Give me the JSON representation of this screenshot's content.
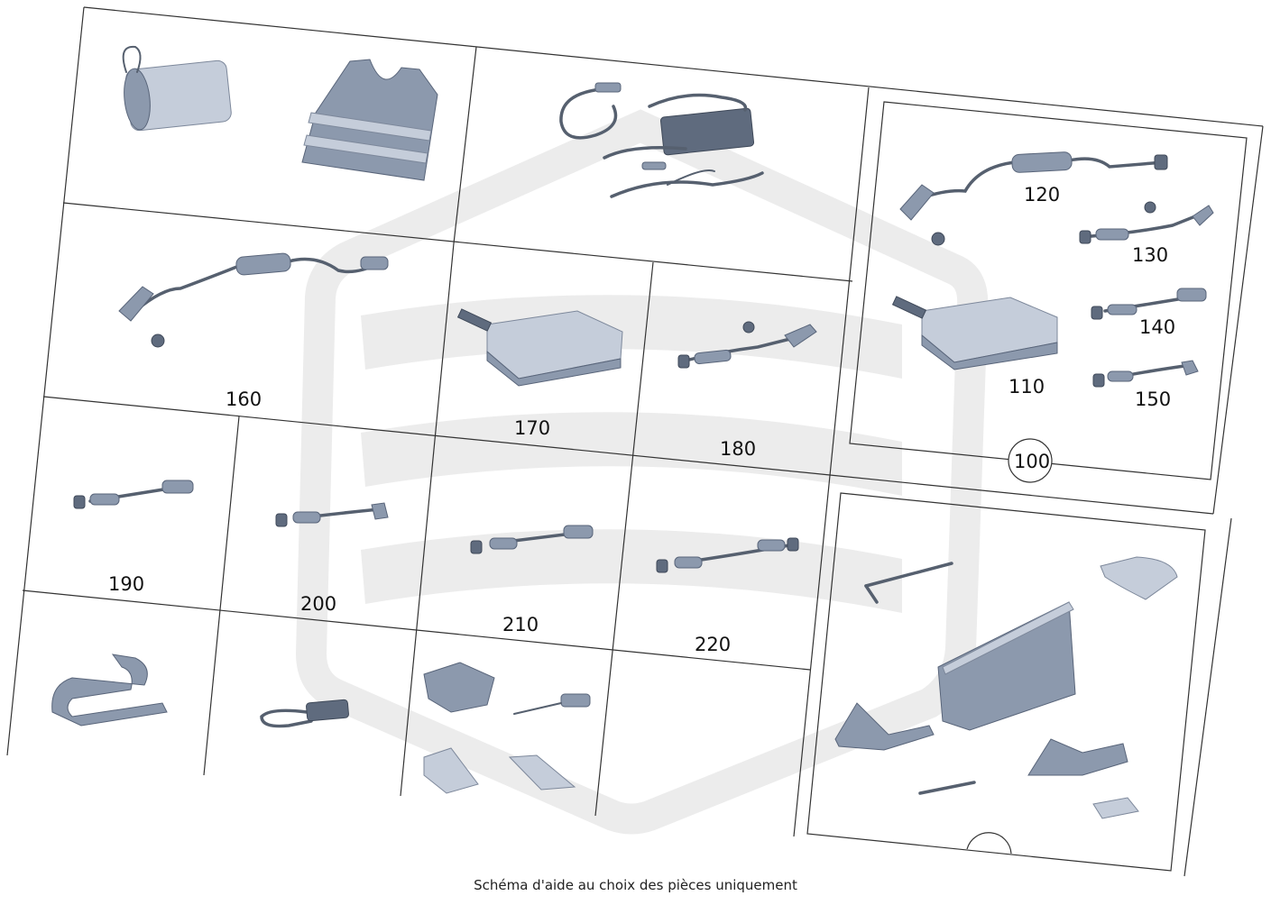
{
  "caption": "Schéma d'aide au choix des pièces uniquement",
  "diagram": {
    "labels": {
      "p100": "100",
      "p110": "110",
      "p120": "120",
      "p130": "130",
      "p140": "140",
      "p150": "150",
      "p160": "160",
      "p170": "170",
      "p180": "180",
      "p190": "190",
      "p200": "200",
      "p210": "210",
      "p220": "220"
    },
    "colors": {
      "part": "#8c99ad",
      "part_dark": "#5f6b7e",
      "line": "#333333",
      "watermark": "#ececec"
    }
  }
}
